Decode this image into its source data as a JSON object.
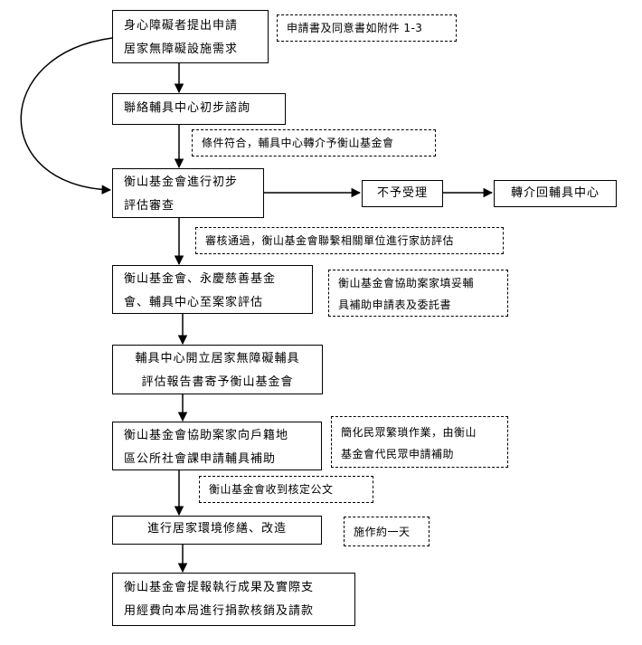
{
  "boxes": {
    "apply": [
      "身心障礙者提出申請",
      "居家無障礙設施需求"
    ],
    "contact": "聯絡輔具中心初步諮詢",
    "initial_eval": [
      "衡山基金會進行初步",
      "評估審查"
    ],
    "reject": "不予受理",
    "referral": "轉介回輔具中心",
    "home_eval": [
      "衡山基金會、永慶慈善基金",
      "會、輔具中心至案家評估"
    ],
    "report": [
      "輔具中心開立居家無障礙輔具",
      "評估報告書寄予衡山基金會"
    ],
    "subsidy_apply": [
      "衡山基金會協助案家向戶籍地",
      "區公所社會課申請輔具補助"
    ],
    "renovate": "進行居家環境修繕、改造",
    "final_report": [
      "衡山基金會提報執行成果及實際支",
      "用經費向本局進行捐款核銷及請款"
    ]
  },
  "notes": {
    "attachments": "申請書及同意書如附件 1-3",
    "eligible": "條件符合，輔具中心轉介予衡山基金會",
    "approved": "審核通過，衡山基金會聯繫相關單位進行家訪評估",
    "assist_form": [
      "衡山基金會協助案家填妥輔",
      "具補助申請表及委託書"
    ],
    "simplify": [
      "簡化民眾繁瑣作業，由衡山",
      "基金會代民眾申請補助"
    ],
    "received": "衡山基金會收到核定公文",
    "duration": "施作約一天"
  }
}
